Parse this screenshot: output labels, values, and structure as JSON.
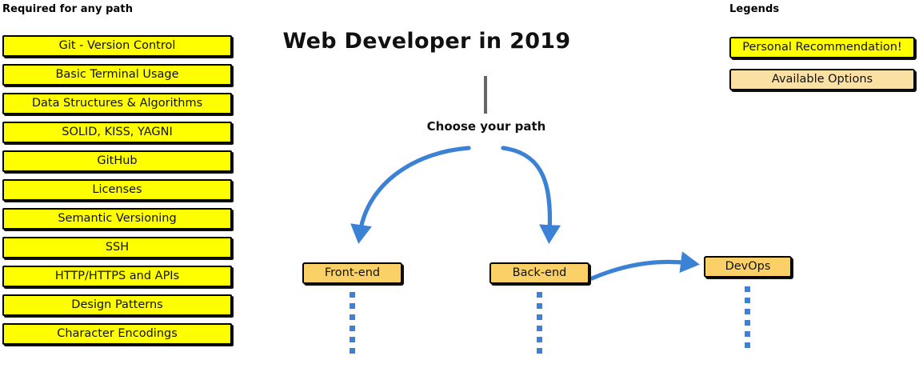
{
  "title": "Web Developer in 2019",
  "center": {
    "stem_label": "Choose your path"
  },
  "required": {
    "heading": "Required for any path",
    "items": [
      {
        "label": "Git - Version Control"
      },
      {
        "label": "Basic Terminal Usage"
      },
      {
        "label": "Data Structures & Algorithms"
      },
      {
        "label": "SOLID, KISS, YAGNI"
      },
      {
        "label": "GitHub"
      },
      {
        "label": "Licenses"
      },
      {
        "label": "Semantic Versioning"
      },
      {
        "label": "SSH"
      },
      {
        "label": "HTTP/HTTPS and APIs"
      },
      {
        "label": "Design Patterns"
      },
      {
        "label": "Character Encodings"
      }
    ]
  },
  "paths": {
    "frontend": {
      "label": "Front-end"
    },
    "backend": {
      "label": "Back-end"
    },
    "devops": {
      "label": "DevOps"
    }
  },
  "legends": {
    "heading": "Legends",
    "items": [
      {
        "label": "Personal Recommendation!",
        "color": "#FFFF00"
      },
      {
        "label": "Available Options",
        "color": "#FAE0A2"
      }
    ]
  },
  "colors": {
    "recommendation_yellow": "#FFFF00",
    "option_orange": "#FBD167",
    "legend_option_tan": "#FAE0A2",
    "arrow_blue": "#3B82D6",
    "stem_gray": "#666666",
    "outline_black": "#000000",
    "background": "#FFFFFF"
  },
  "chart_data": {
    "type": "diagram",
    "title": "Web Developer in 2019",
    "nodes": [
      {
        "id": "root",
        "label": "Web Developer in 2019",
        "kind": "title"
      },
      {
        "id": "choose",
        "label": "Choose your path",
        "kind": "decision"
      },
      {
        "id": "frontend",
        "label": "Front-end",
        "kind": "path",
        "color": "#FBD167"
      },
      {
        "id": "backend",
        "label": "Back-end",
        "kind": "path",
        "color": "#FBD167"
      },
      {
        "id": "devops",
        "label": "DevOps",
        "kind": "path",
        "color": "#FBD167"
      }
    ],
    "edges": [
      {
        "from": "root",
        "to": "choose",
        "style": "line",
        "color": "#666666"
      },
      {
        "from": "choose",
        "to": "frontend",
        "style": "curved-arrow",
        "color": "#3B82D6"
      },
      {
        "from": "choose",
        "to": "backend",
        "style": "curved-arrow",
        "color": "#3B82D6"
      },
      {
        "from": "backend",
        "to": "devops",
        "style": "curved-arrow",
        "color": "#3B82D6"
      },
      {
        "from": "frontend",
        "to": "continues",
        "style": "dotted",
        "color": "#3B82D6"
      },
      {
        "from": "backend",
        "to": "continues",
        "style": "dotted",
        "color": "#3B82D6"
      },
      {
        "from": "devops",
        "to": "continues",
        "style": "dotted",
        "color": "#3B82D6"
      }
    ]
  }
}
